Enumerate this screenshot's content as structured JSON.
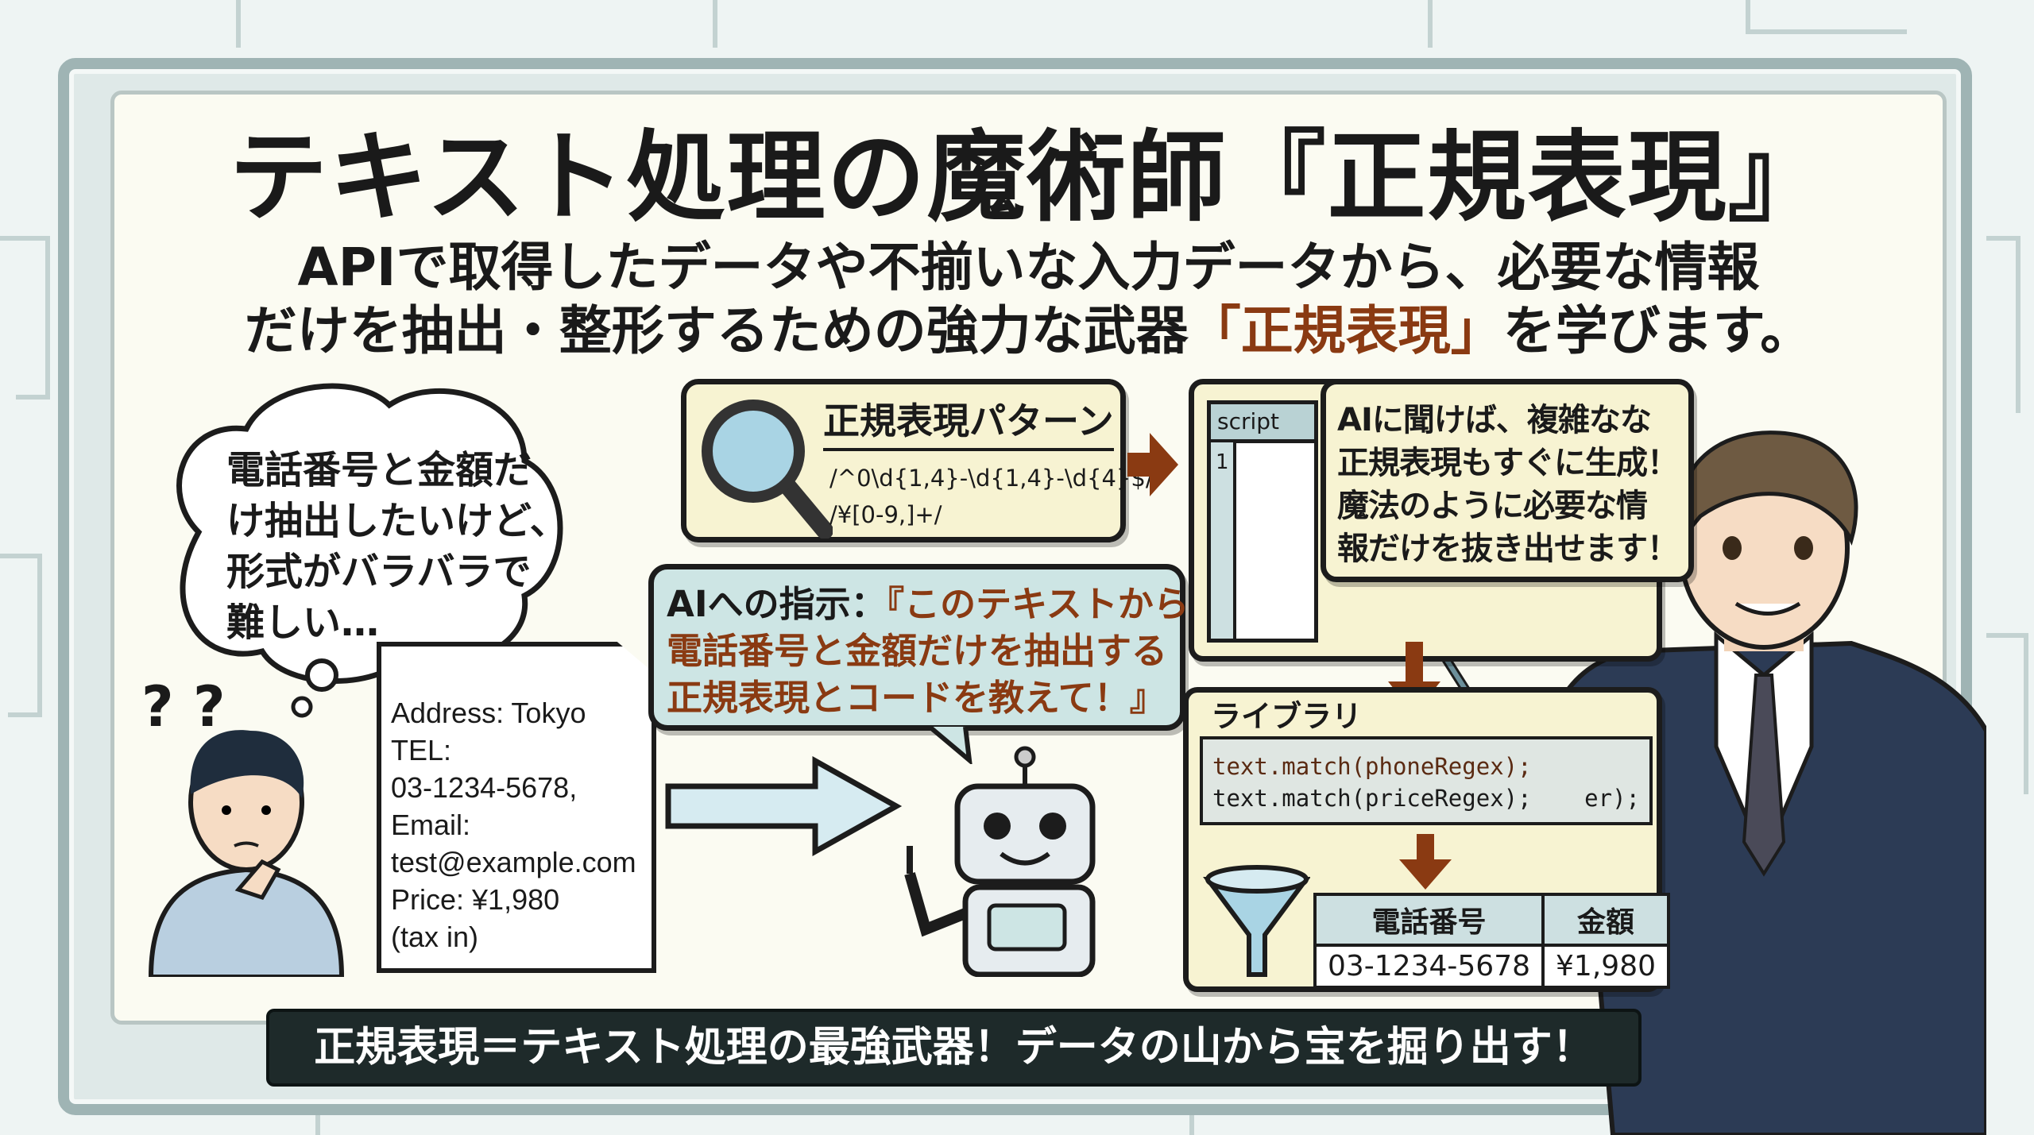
{
  "title": "テキスト処理の魔術師『正規表現』",
  "subtitle": {
    "line1": "APIで取得したデータや不揃いな入力データから、必要な情報",
    "line2_pre": "だけを抽出・整形するための強力な武器",
    "line2_accent": "「正規表現」",
    "line2_post": "を学びます。"
  },
  "thought": {
    "lines": [
      "電話番号と金額だ",
      "け抽出したいけど、",
      "形式がバラバラで",
      "難しい…"
    ]
  },
  "question_marks": "? ?",
  "document": {
    "lines": [
      "Address: Tokyo",
      "TEL:",
      "03-1234-5678,",
      "Email:",
      "test@example.com",
      "Price: ¥1,980",
      "(tax in)"
    ]
  },
  "regex_box": {
    "heading": "正規表現パターン",
    "patterns": [
      "/^0\\d{1,4}-\\d{1,4}-\\d{4}$/",
      "/¥[0-9,]+/"
    ]
  },
  "instruction": {
    "prefix": "AIへの指示：",
    "quote_lines": [
      "『このテキストから",
      "電話番号と金額だけを抽出する",
      "正規表現とコードを教えて！』"
    ]
  },
  "script_panel": {
    "tab": "script",
    "line_number": "1"
  },
  "speech": {
    "lines": [
      "AIに聞けば、複雑なな",
      "正規表現もすぐに生成！",
      "魔法のように必要な情",
      "報だけを抜き出せます！"
    ]
  },
  "library": {
    "heading": "ライブラリ",
    "code": [
      "text.match(phoneRegex);",
      "text.match(priceRegex);"
    ],
    "code_tail": "er);"
  },
  "result_table": {
    "headers": [
      "電話番号",
      "金額"
    ],
    "row": [
      "03-1234-5678",
      "¥1,980"
    ]
  },
  "banner": "正規表現＝テキスト処理の最強武器！データの山から宝を掘り出す！",
  "colors": {
    "accent": "#8a3a12",
    "cream": "#f7f3d2",
    "teal": "#cde5e4",
    "banner": "#1e2a2a",
    "suit": "#2c3b55"
  }
}
